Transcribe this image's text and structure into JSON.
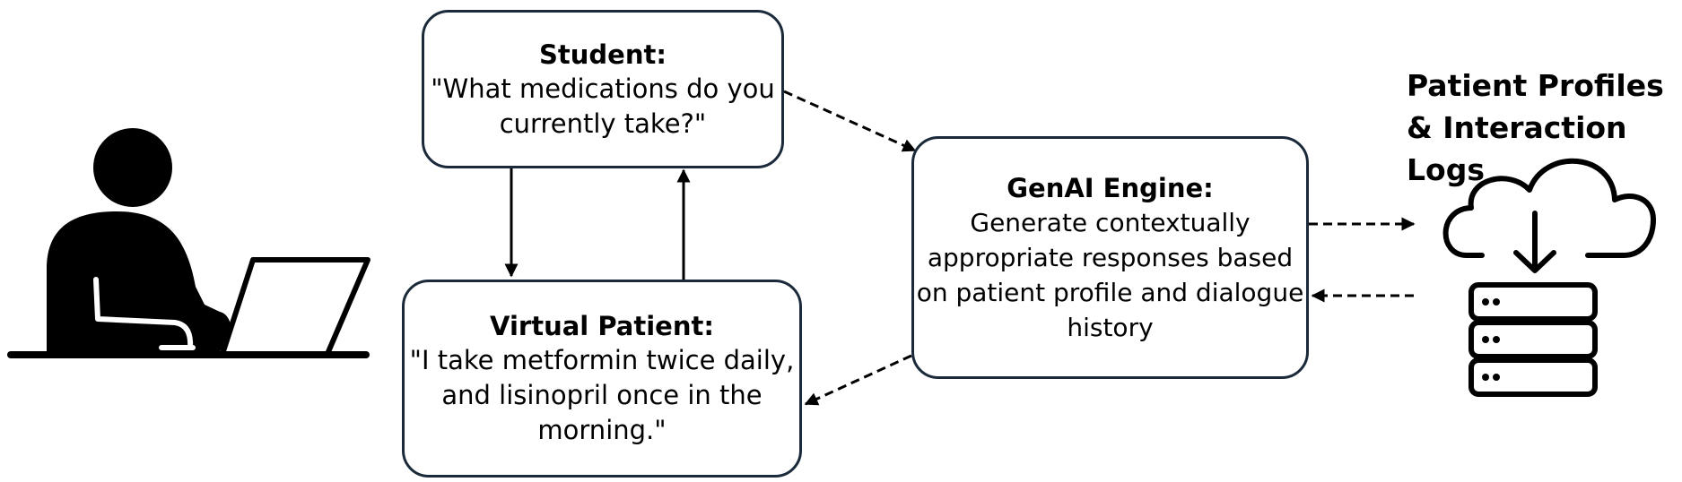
{
  "student": {
    "title": "Student:",
    "text": "\"What medications do you currently take?\""
  },
  "virtual_patient": {
    "title": "Virtual Patient:",
    "text": "\"I take metformin twice daily, and lisinopril once in the morning.\""
  },
  "genai_engine": {
    "title": "GenAI Engine:",
    "text": "Generate contextually appropriate responses based on patient profile and dialogue history"
  },
  "storage": {
    "title": "Patient Profiles & Interaction Logs"
  },
  "icons": [
    "student-at-laptop-icon",
    "cloud-download-icon",
    "server-stack-icon"
  ]
}
